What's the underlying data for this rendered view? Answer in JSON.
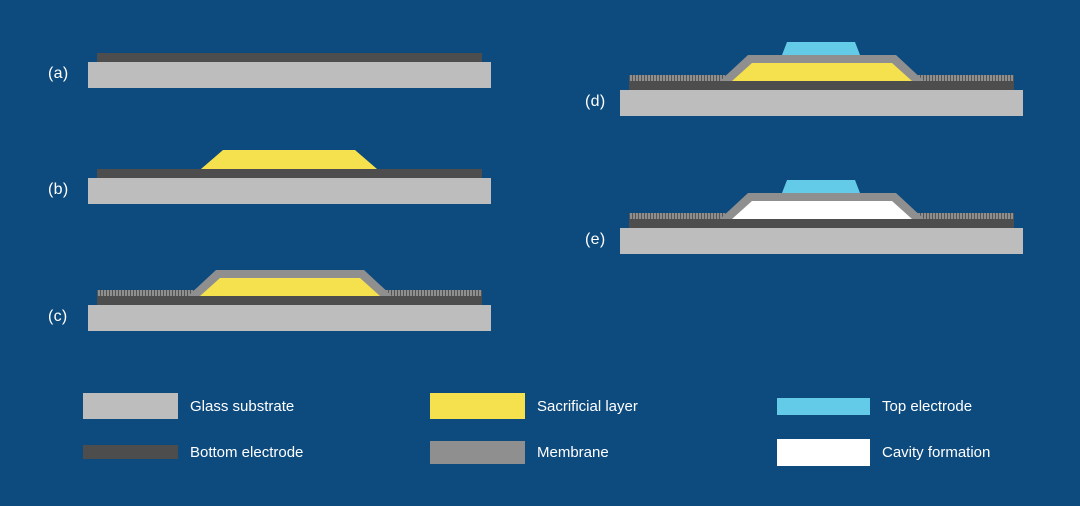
{
  "colors": {
    "background": "#0d4a7d",
    "glass": "#bdbdbd",
    "bottom_electrode": "#4d4d4d",
    "sacrificial": "#f5e04e",
    "membrane": "#8f8f8f",
    "top_electrode": "#63cbe8",
    "cavity": "#ffffff",
    "text": "#ffffff"
  },
  "steps": [
    {
      "id": "a",
      "label": "(a)",
      "layers": [
        "glass-substrate",
        "bottom-electrode"
      ]
    },
    {
      "id": "b",
      "label": "(b)",
      "layers": [
        "glass-substrate",
        "bottom-electrode",
        "sacrificial-layer"
      ]
    },
    {
      "id": "c",
      "label": "(c)",
      "layers": [
        "glass-substrate",
        "bottom-electrode",
        "sacrificial-layer",
        "membrane"
      ]
    },
    {
      "id": "d",
      "label": "(d)",
      "layers": [
        "glass-substrate",
        "bottom-electrode",
        "sacrificial-layer",
        "membrane",
        "top-electrode"
      ]
    },
    {
      "id": "e",
      "label": "(e)",
      "layers": [
        "glass-substrate",
        "bottom-electrode",
        "membrane",
        "top-electrode",
        "cavity"
      ]
    }
  ],
  "legend": {
    "items": [
      {
        "label": "Glass substrate"
      },
      {
        "label": "Bottom electrode"
      },
      {
        "label": "Sacrificial layer"
      },
      {
        "label": "Membrane"
      },
      {
        "label": "Top electrode"
      },
      {
        "label": "Cavity formation"
      }
    ]
  }
}
